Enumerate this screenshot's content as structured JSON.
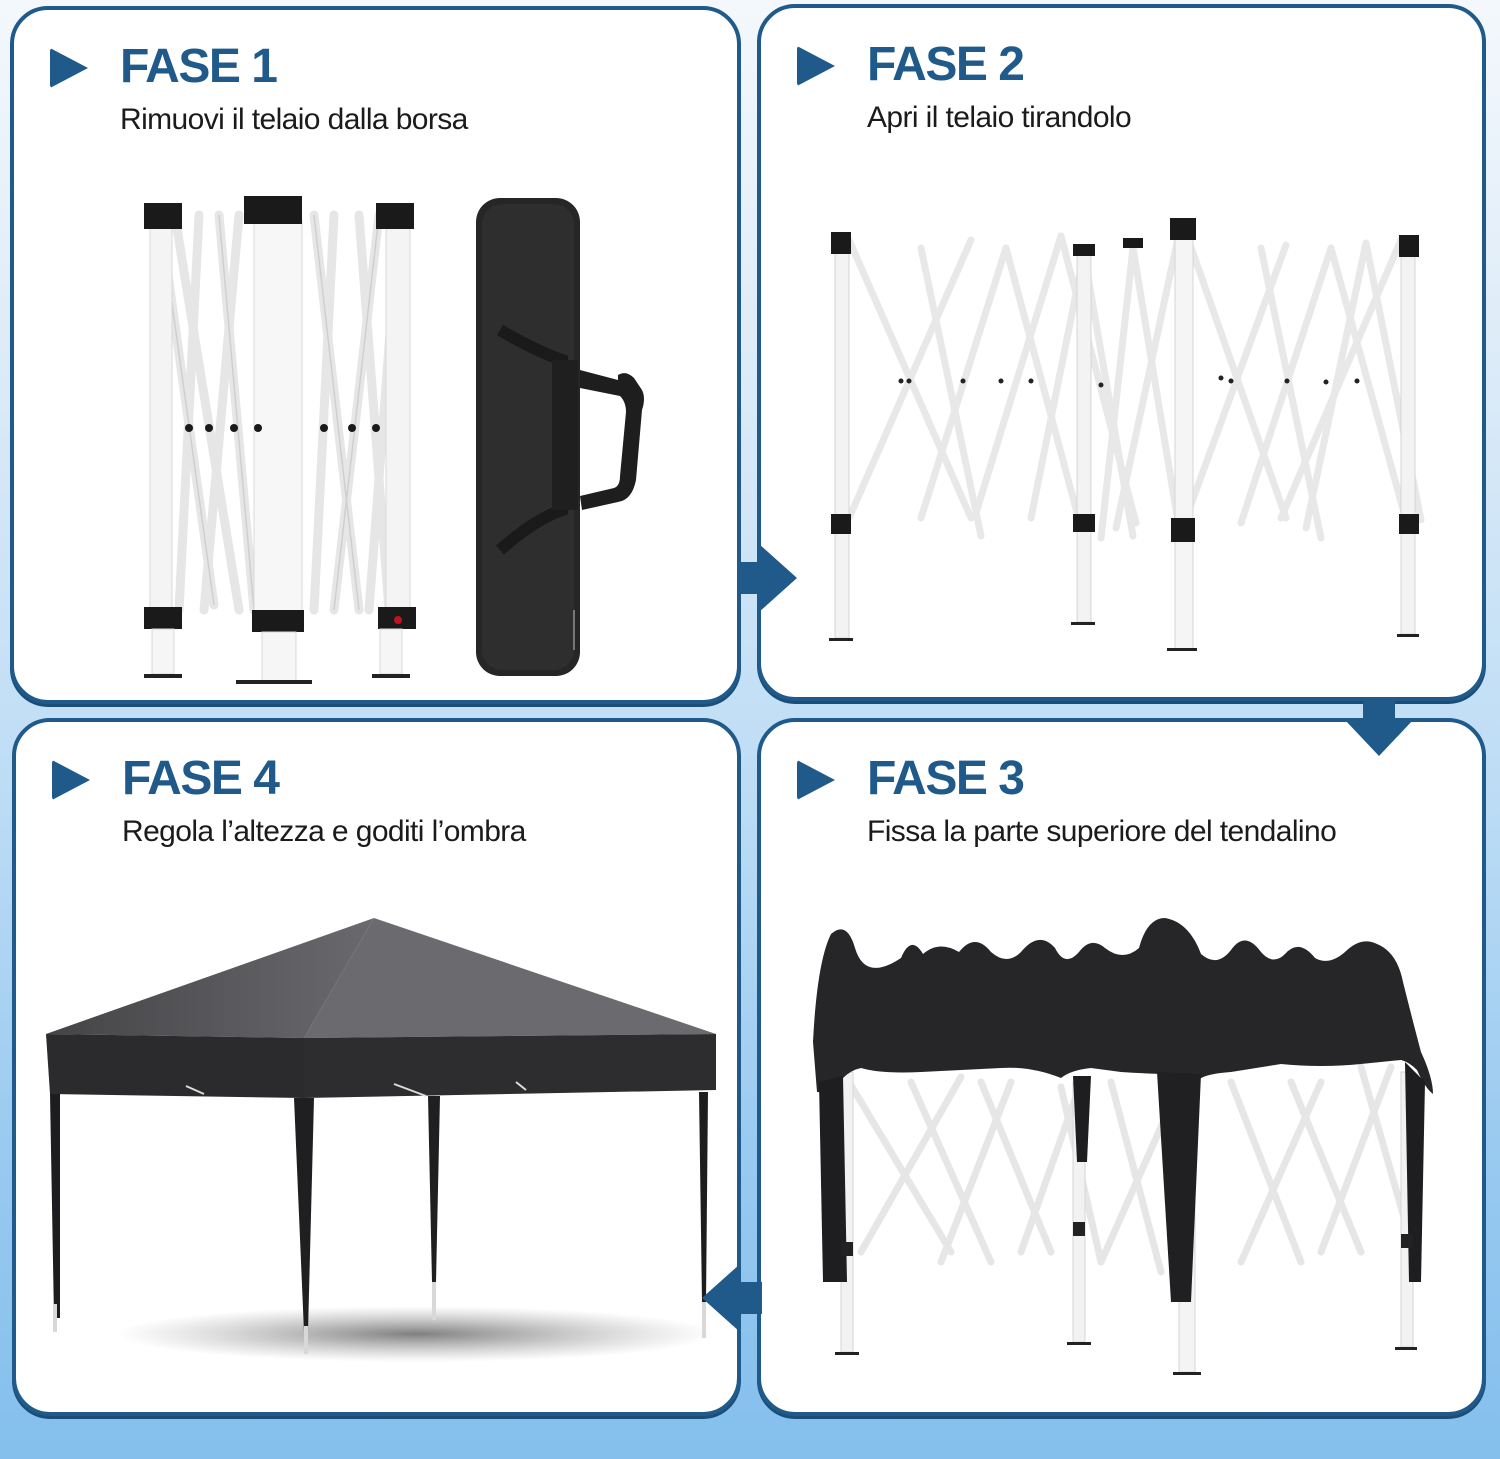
{
  "steps": [
    {
      "id": "p1",
      "title": "FASE 1",
      "description": "Rimuovi il telaio dalla borsa",
      "illustration": "folded-frame-and-carry-bag"
    },
    {
      "id": "p2",
      "title": "FASE 2",
      "description": "Apri il telaio tirandolo",
      "illustration": "expanded-scissor-frame"
    },
    {
      "id": "p3",
      "title": "FASE 3",
      "description": "Fissa la parte superiore del tendalino",
      "illustration": "frame-with-draped-canopy"
    },
    {
      "id": "p4",
      "title": "FASE 4",
      "description": "Regola l’altezza e goditi l’ombra",
      "illustration": "assembled-gazebo"
    }
  ],
  "flow": [
    {
      "from": "FASE 1",
      "to": "FASE 2",
      "direction": "right"
    },
    {
      "from": "FASE 2",
      "to": "FASE 3",
      "direction": "down"
    },
    {
      "from": "FASE 3",
      "to": "FASE 4",
      "direction": "left"
    }
  ],
  "colors": {
    "accent": "#1f5a8a",
    "text": "#1b1b1b",
    "background_top": "#f4f8fc",
    "background_bottom": "#84bfed",
    "canopy": "#2a2a2c",
    "frame": "#f2f2f2"
  }
}
